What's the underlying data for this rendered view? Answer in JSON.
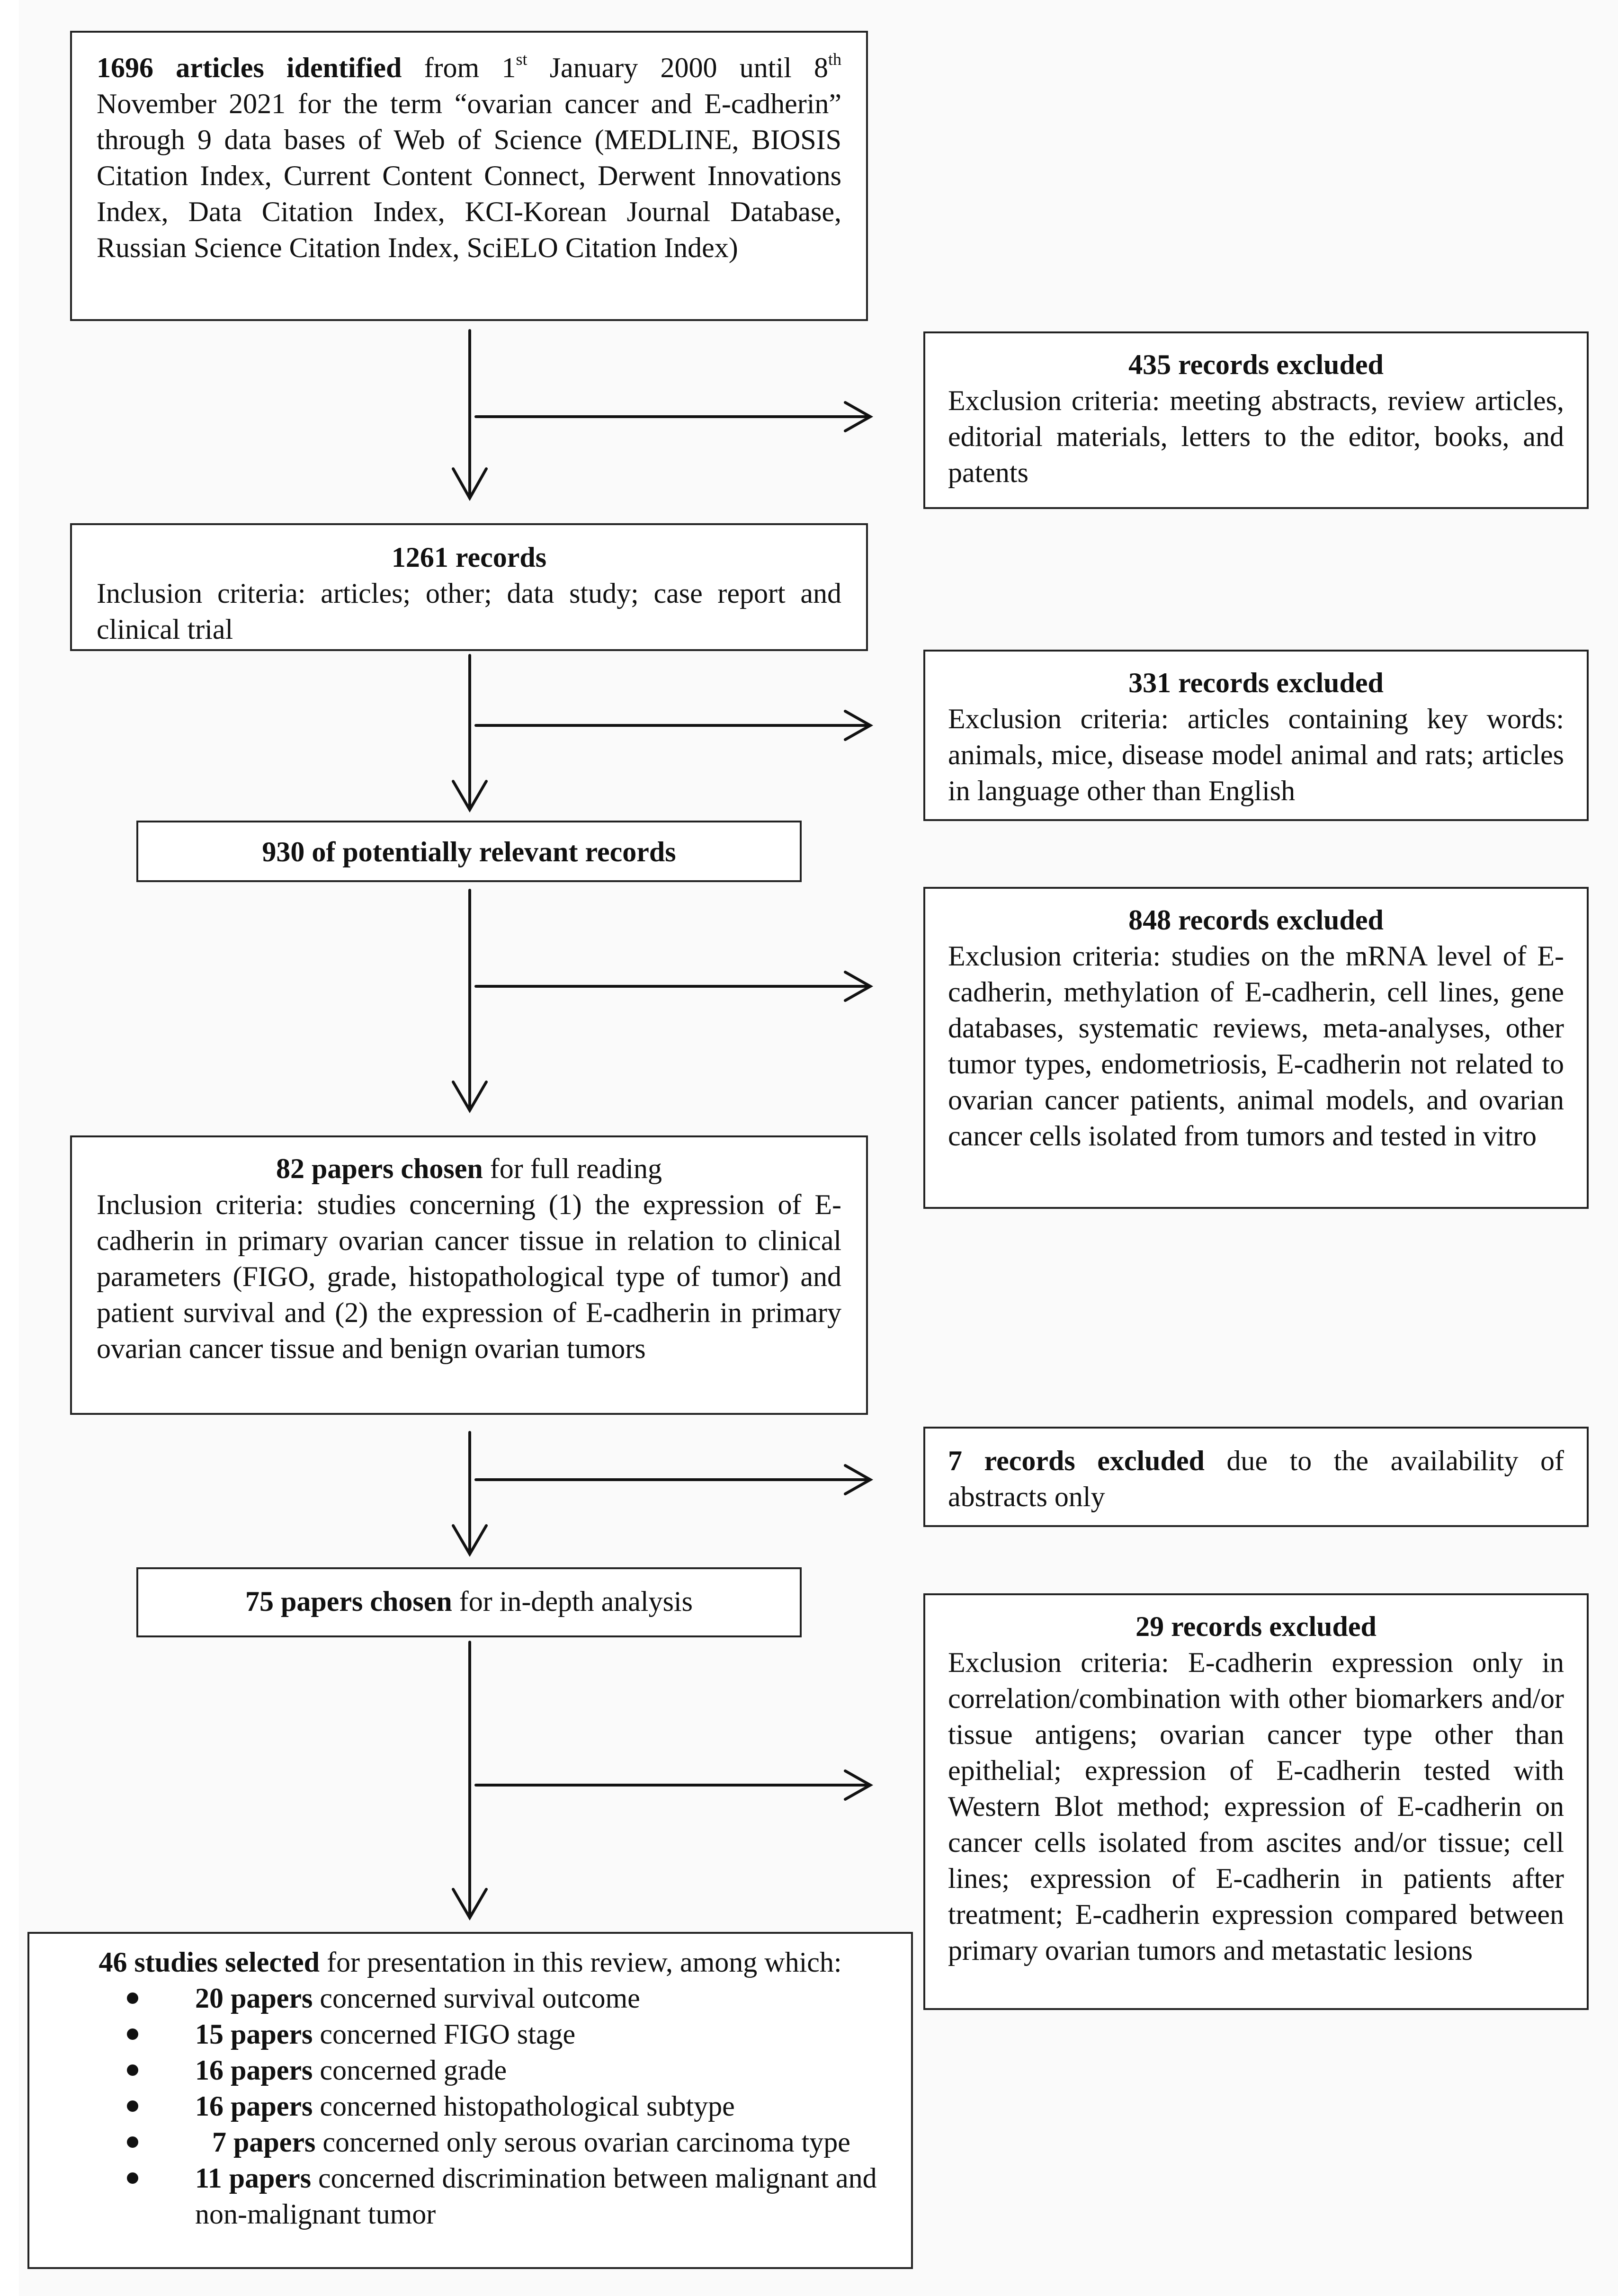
{
  "box_identified": {
    "bold": "1696 articles identified",
    "t1": " from 1",
    "s1": "st",
    "t2": " January 2000 until 8",
    "s2": "th",
    "t3": " November 2021 for the term “ovarian cancer and E-cadherin” through 9 data bases of Web of Science (MEDLINE, BIOSIS Citation Index, Current Content Connect, Derwent Innovations Index, Data Citation Index, KCI-Korean Journal Database, Russian Science Citation Index, SciELO Citation Index)"
  },
  "excl_435": {
    "heading": "435 records excluded",
    "text": "Exclusion criteria: meeting abstracts, review articles, editorial materials, letters to the editor, books, and patents"
  },
  "box_1261": {
    "heading": "1261 records",
    "text": "Inclusion criteria: articles; other; data study; case report and clinical trial"
  },
  "excl_331": {
    "heading": "331 records excluded",
    "text": "Exclusion criteria: articles containing key words: animals, mice, disease model animal and rats; articles in language other than English"
  },
  "box_930": {
    "heading": "930 of potentially relevant records"
  },
  "excl_848": {
    "heading": "848 records excluded",
    "text": "Exclusion criteria: studies on the mRNA level of E-cadherin, methylation of E-cadherin, cell lines, gene databases, systematic reviews, meta-analyses, other tumor types, endometriosis, E-cadherin not related to ovarian cancer patients, animal models, and ovarian cancer cells isolated from tumors and tested in vitro"
  },
  "box_82": {
    "bold": "82 papers chosen",
    "rest": " for full reading",
    "text": "Inclusion criteria: studies concerning (1) the expression of E-cadherin in primary ovarian cancer tissue in relation to clinical parameters (FIGO, grade, histopathological type of tumor) and patient survival and (2) the expression of E-cadherin in primary ovarian cancer tissue and benign ovarian tumors"
  },
  "excl_7": {
    "bold": "7 records excluded",
    "rest": " due to the availability of abstracts only"
  },
  "box_75": {
    "bold": "75 papers chosen",
    "rest": " for in-depth analysis"
  },
  "excl_29": {
    "heading": "29 records excluded",
    "text": "Exclusion criteria: E-cadherin expression only in correlation/combination with other biomarkers and/or tissue antigens; ovarian cancer type other than epithelial; expression of E-cadherin tested with Western Blot method; expression of E-cadherin on cancer cells isolated from ascites and/or tissue; cell lines; expression of E-cadherin in patients after treatment; E-cadherin expression compared between primary ovarian tumors and metastatic lesions"
  },
  "box_46": {
    "bold": "46 studies selected",
    "rest": " for presentation in this review, among which:",
    "items": [
      {
        "bold": "20 papers",
        "rest": " concerned survival outcome"
      },
      {
        "bold": "15 papers",
        "rest": " concerned FIGO stage"
      },
      {
        "bold": "16 papers",
        "rest": " concerned grade"
      },
      {
        "bold": "16 papers",
        "rest": " concerned histopathological subtype"
      },
      {
        "bold": "7 papers",
        "rest": " concerned only serous ovarian carcinoma type"
      },
      {
        "bold": "11 papers",
        "rest": " concerned discrimination between malignant and non-malignant tumor"
      }
    ]
  }
}
